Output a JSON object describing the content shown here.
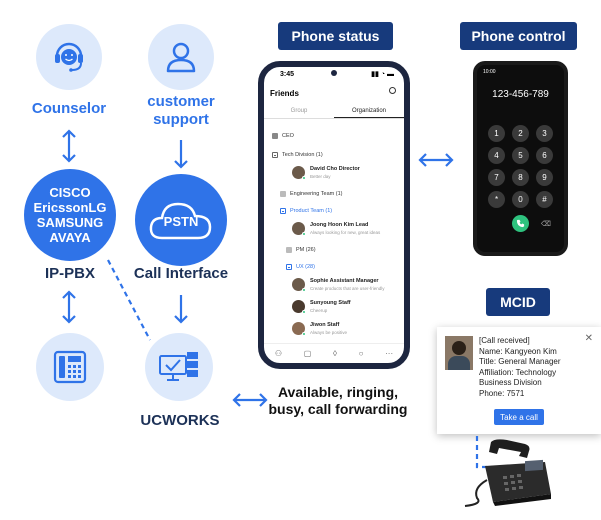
{
  "nodes": {
    "counselor": "Counselor",
    "customer_support": [
      "customer",
      "support"
    ],
    "pbx_brands": [
      "CISCO",
      "EricssonLG",
      "SAMSUNG",
      "AVAYA"
    ],
    "ip_pbx": "IP-PBX",
    "pstn": "PSTN",
    "call_interface": "Call Interface",
    "ucworks": "UCWORKS"
  },
  "tags": {
    "phone_status": "Phone status",
    "phone_control": "Phone control",
    "mcid": "MCID"
  },
  "status_caption": [
    "Available, ringing,",
    "busy, call forwarding"
  ],
  "phone_status": {
    "time": "3:45",
    "title": "Friends",
    "tabs": [
      "Group",
      "Organization"
    ],
    "ceo": "CEO",
    "tech_division": "Tech Division (1)",
    "engineering": "Engineering Team (1)",
    "product": "Product Team (1)",
    "pm": "PM (26)",
    "ux": "UX (28)",
    "people": [
      {
        "name": "David Cho Director",
        "sub": "Better day"
      },
      {
        "name": "Joong Hoon Kim Lead",
        "sub": "Always looking for new, great ideas"
      },
      {
        "name": "Sophie Assistant Manager",
        "sub": "Create products that are user-friendly"
      },
      {
        "name": "Sunyoung Staff",
        "sub": "Cheerup"
      },
      {
        "name": "Jiwon Staff",
        "sub": "Always be positive"
      }
    ]
  },
  "phone_control": {
    "time": "10:00",
    "number": "123-456-789",
    "keys": [
      "1",
      "2",
      "3",
      "4",
      "5",
      "6",
      "7",
      "8",
      "9",
      "*",
      "0",
      "#"
    ]
  },
  "mcid_popup": {
    "lines": [
      "[Call received]",
      "Name: Kangyeon Kim",
      "Title: General Manager",
      "Affiliation: Technology",
      "Business Division",
      "Phone: 7571"
    ],
    "button": "Take a call"
  },
  "colors": {
    "primary": "#2f73e8",
    "light": "#dde9fb",
    "navy": "#173a7c"
  }
}
